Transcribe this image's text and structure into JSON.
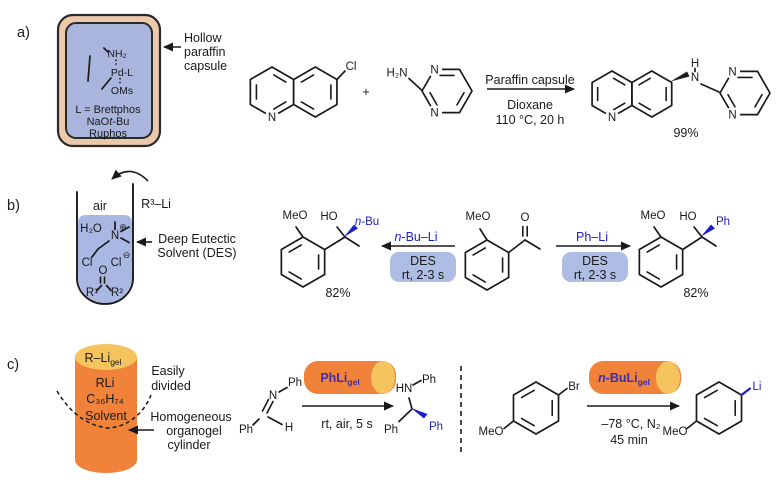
{
  "colors": {
    "line": "#1a1a1a",
    "blue": "#1c1ec8",
    "gel_label": "#3c2fae",
    "capsule_shell": "#ecc9a9",
    "capsule_fill": "#a9b5dc",
    "des_fill": "#aebde3",
    "tube_fill": "#a9b8e2",
    "cylinder_body": "#f0823a",
    "cylinder_cap": "#f6c45f"
  },
  "panel_a": {
    "label": "a)",
    "capsule": {
      "nh2": "NH₂",
      "pdl": "Pd-L",
      "oms": "OMs",
      "ligand_line1": "L = Brettphos",
      "naot": {
        "pre": "NaO",
        "it": "t",
        "rest": "-Bu"
      },
      "ligand_line3": "Ruphos"
    },
    "annotation": {
      "line1": "Hollow",
      "line2": "paraffin",
      "line3": "capsule"
    },
    "chloroquinoline": {
      "cl": "Cl",
      "n": "N"
    },
    "plus": "+",
    "aminopyrimidine": {
      "h2n": "H₂N",
      "n1": "N",
      "n2": "N"
    },
    "arrow": {
      "above": "Paraffin capsule",
      "below1": "Dioxane",
      "below2": "110 °C, 20 h"
    },
    "product": {
      "h": "H",
      "nh_n": "N",
      "quinoline_n": "N",
      "pyrimidine_n1": "N",
      "pyrimidine_n2": "N",
      "yield": "99%"
    }
  },
  "panel_b": {
    "label": "b)",
    "flask": {
      "air": "air",
      "r3li": "R³–Li",
      "h2o": "H₂O",
      "n": "N",
      "plus_charge": "⊕",
      "cl_chain": "Cl",
      "cl_anion": "Cl",
      "minus_charge": "⊖",
      "o": "O",
      "r1": "R¹",
      "r2": "R²"
    },
    "des_annotation": {
      "line1": "Deep Eutectic",
      "line2": "Solvent (DES)"
    },
    "left_product": {
      "meo": "MeO",
      "ho": "HO",
      "nbu": {
        "it": "n",
        "rest": "-Bu"
      },
      "yield": "82%"
    },
    "left_arrow": {
      "reagent": {
        "it": "n",
        "rest": "-Bu–Li"
      },
      "cond1": "DES",
      "cond2": "rt, 2-3 s"
    },
    "ketone": {
      "meo": "MeO",
      "o": "O"
    },
    "right_arrow": {
      "reagent": "Ph–Li",
      "cond1": "DES",
      "cond2": "rt, 2-3 s"
    },
    "right_product": {
      "meo": "MeO",
      "ho": "HO",
      "ph": "Ph",
      "yield": "82%"
    }
  },
  "panel_c": {
    "label": "c)",
    "cylinder": {
      "top_label": {
        "main": "R–Li",
        "sub": "gel"
      },
      "body_line1": "RLi",
      "body_line2": "C₃₆H₇₄",
      "body_line3": "Solvent"
    },
    "easily_divided": {
      "line1": "Easily",
      "line2": "divided"
    },
    "organogel": {
      "line1": "Homogeneous",
      "line2": "organogel",
      "line3": "cylinder"
    },
    "rxn1": {
      "imine": {
        "n": "N",
        "ph_n": "Ph",
        "ph_c": "Ph",
        "h": "H"
      },
      "reagent": {
        "main": "PhLi",
        "sub": "gel"
      },
      "cond": "rt, air, 5 s",
      "product": {
        "hn": "HN",
        "ph_n": "Ph",
        "ph_left": "Ph",
        "ph_blue": "Ph"
      }
    },
    "rxn2": {
      "bromide": {
        "br": "Br",
        "meo": "MeO"
      },
      "reagent": {
        "it": "n",
        "mid": "-BuLi",
        "sub": "gel"
      },
      "cond1": "–78 °C, N₂",
      "cond2": "45 min",
      "product": {
        "meo": "MeO",
        "li": "Li"
      }
    }
  }
}
